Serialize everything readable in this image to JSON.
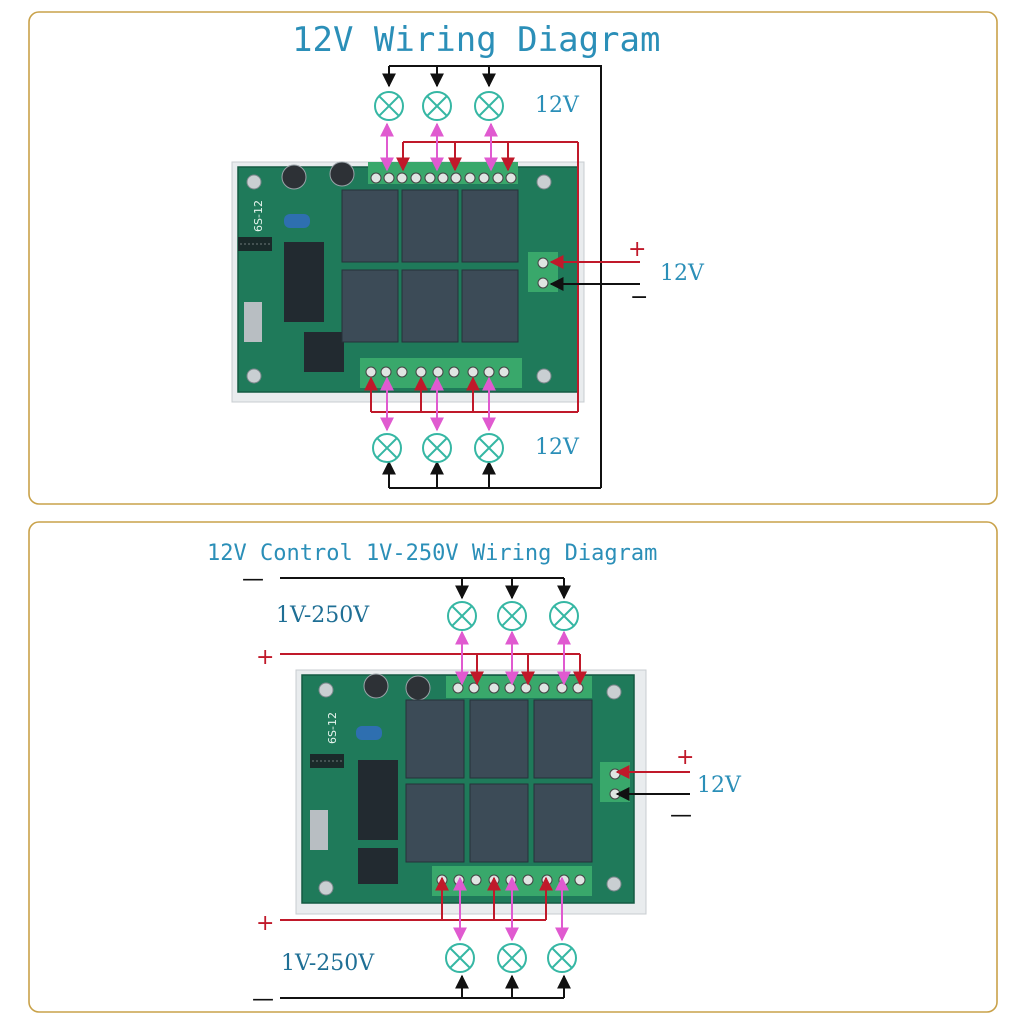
{
  "panel_top": {
    "title": "12V Wiring Diagram",
    "load_voltage_top": "12V",
    "load_voltage_bottom": "12V",
    "supply_voltage": "12V",
    "supply_plus": "+",
    "supply_minus": "−"
  },
  "panel_bottom": {
    "title": "12V Control 1V-250V Wiring Diagram",
    "load_voltage_top": "1V-250V",
    "load_voltage_bottom": "1V-250V",
    "supply_voltage": "12V",
    "supply_plus": "+",
    "supply_minus": "—",
    "load_plus_top": "+",
    "load_minus_top": "—",
    "load_plus_bottom": "+",
    "load_minus_bottom": "—"
  },
  "board": {
    "model_label": "6S-12"
  },
  "colors": {
    "frame": "#c9a24a",
    "wire_black": "#111111",
    "wire_red": "#c0192a",
    "wire_pink": "#e05ad0",
    "lamp": "#36b7a4",
    "pcb": "#1f7a5a",
    "relay": "#3c4b57",
    "terminal": "#39a86b",
    "title_blue": "#2b8fb8"
  },
  "icons": {
    "lamp": "lamp-symbol-icon",
    "relay": "relay-icon",
    "terminal": "screw-terminal-icon",
    "capacitor": "capacitor-icon",
    "antenna": "antenna-coil-icon",
    "chip": "ic-chip-icon"
  }
}
